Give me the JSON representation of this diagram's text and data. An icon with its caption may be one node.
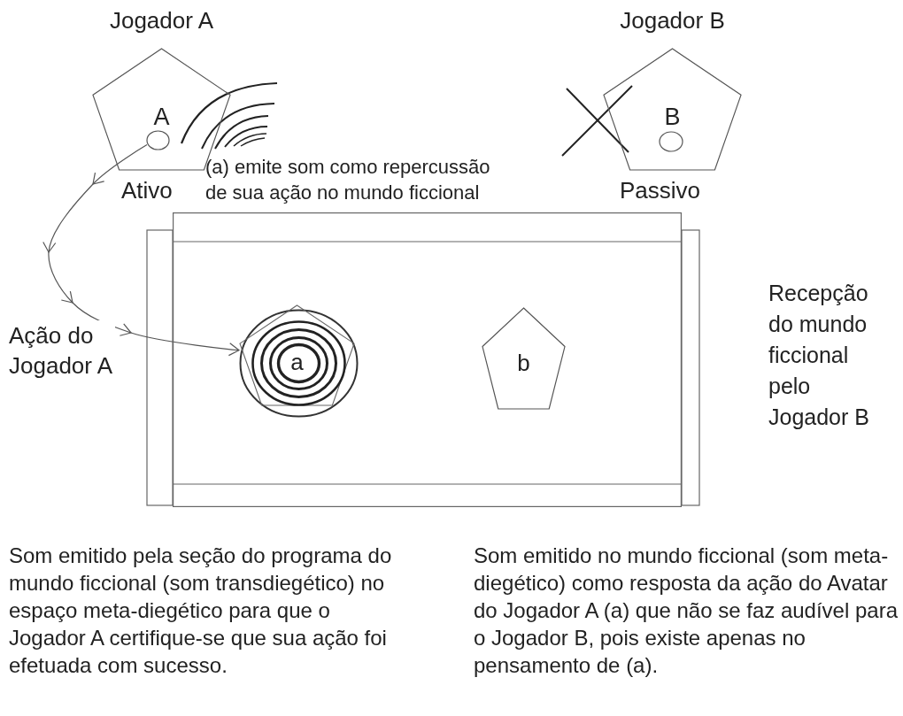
{
  "diagram": {
    "nodes": [
      {
        "text": [
          "Jogador A",
          "A"
        ],
        "beside": [
          "Ativo"
        ]
      },
      {
        "text": [],
        "shape": "circle",
        "in": 0
      },
      {
        "text": [
          "Jogador B",
          "B"
        ],
        "beside": [
          "Passivo"
        ]
      },
      {
        "text": [],
        "shape": "circle",
        "in": 2
      },
      {
        "text": [],
        "shape": "box"
      },
      {
        "text": [
          "a"
        ],
        "in": 4
      },
      {
        "text": [
          "b"
        ],
        "in": 4
      }
    ],
    "edges": [
      {
        "from": 1,
        "to": 5,
        "arrow": "to",
        "label": "Ação do Jogador A"
      }
    ],
    "labels": [
      "(a) emite som como repercussão de sua ação no mundo ficcional",
      "Recepção do mundo ficcional pelo Jogador B",
      "Som emitido pela seção do programa do mundo ficcional (som transdiegético) no espaço meta-diegético para que o Jogador A certifique-se que sua ação foi efetuada com sucesso.",
      "Som emitido no mundo ficcional (som meta-diegético) como resposta da ação do Avatar do Jogador A (a) que não se faz audível para o Jogador B, pois existe apenas no pensamento de (a)."
    ]
  }
}
